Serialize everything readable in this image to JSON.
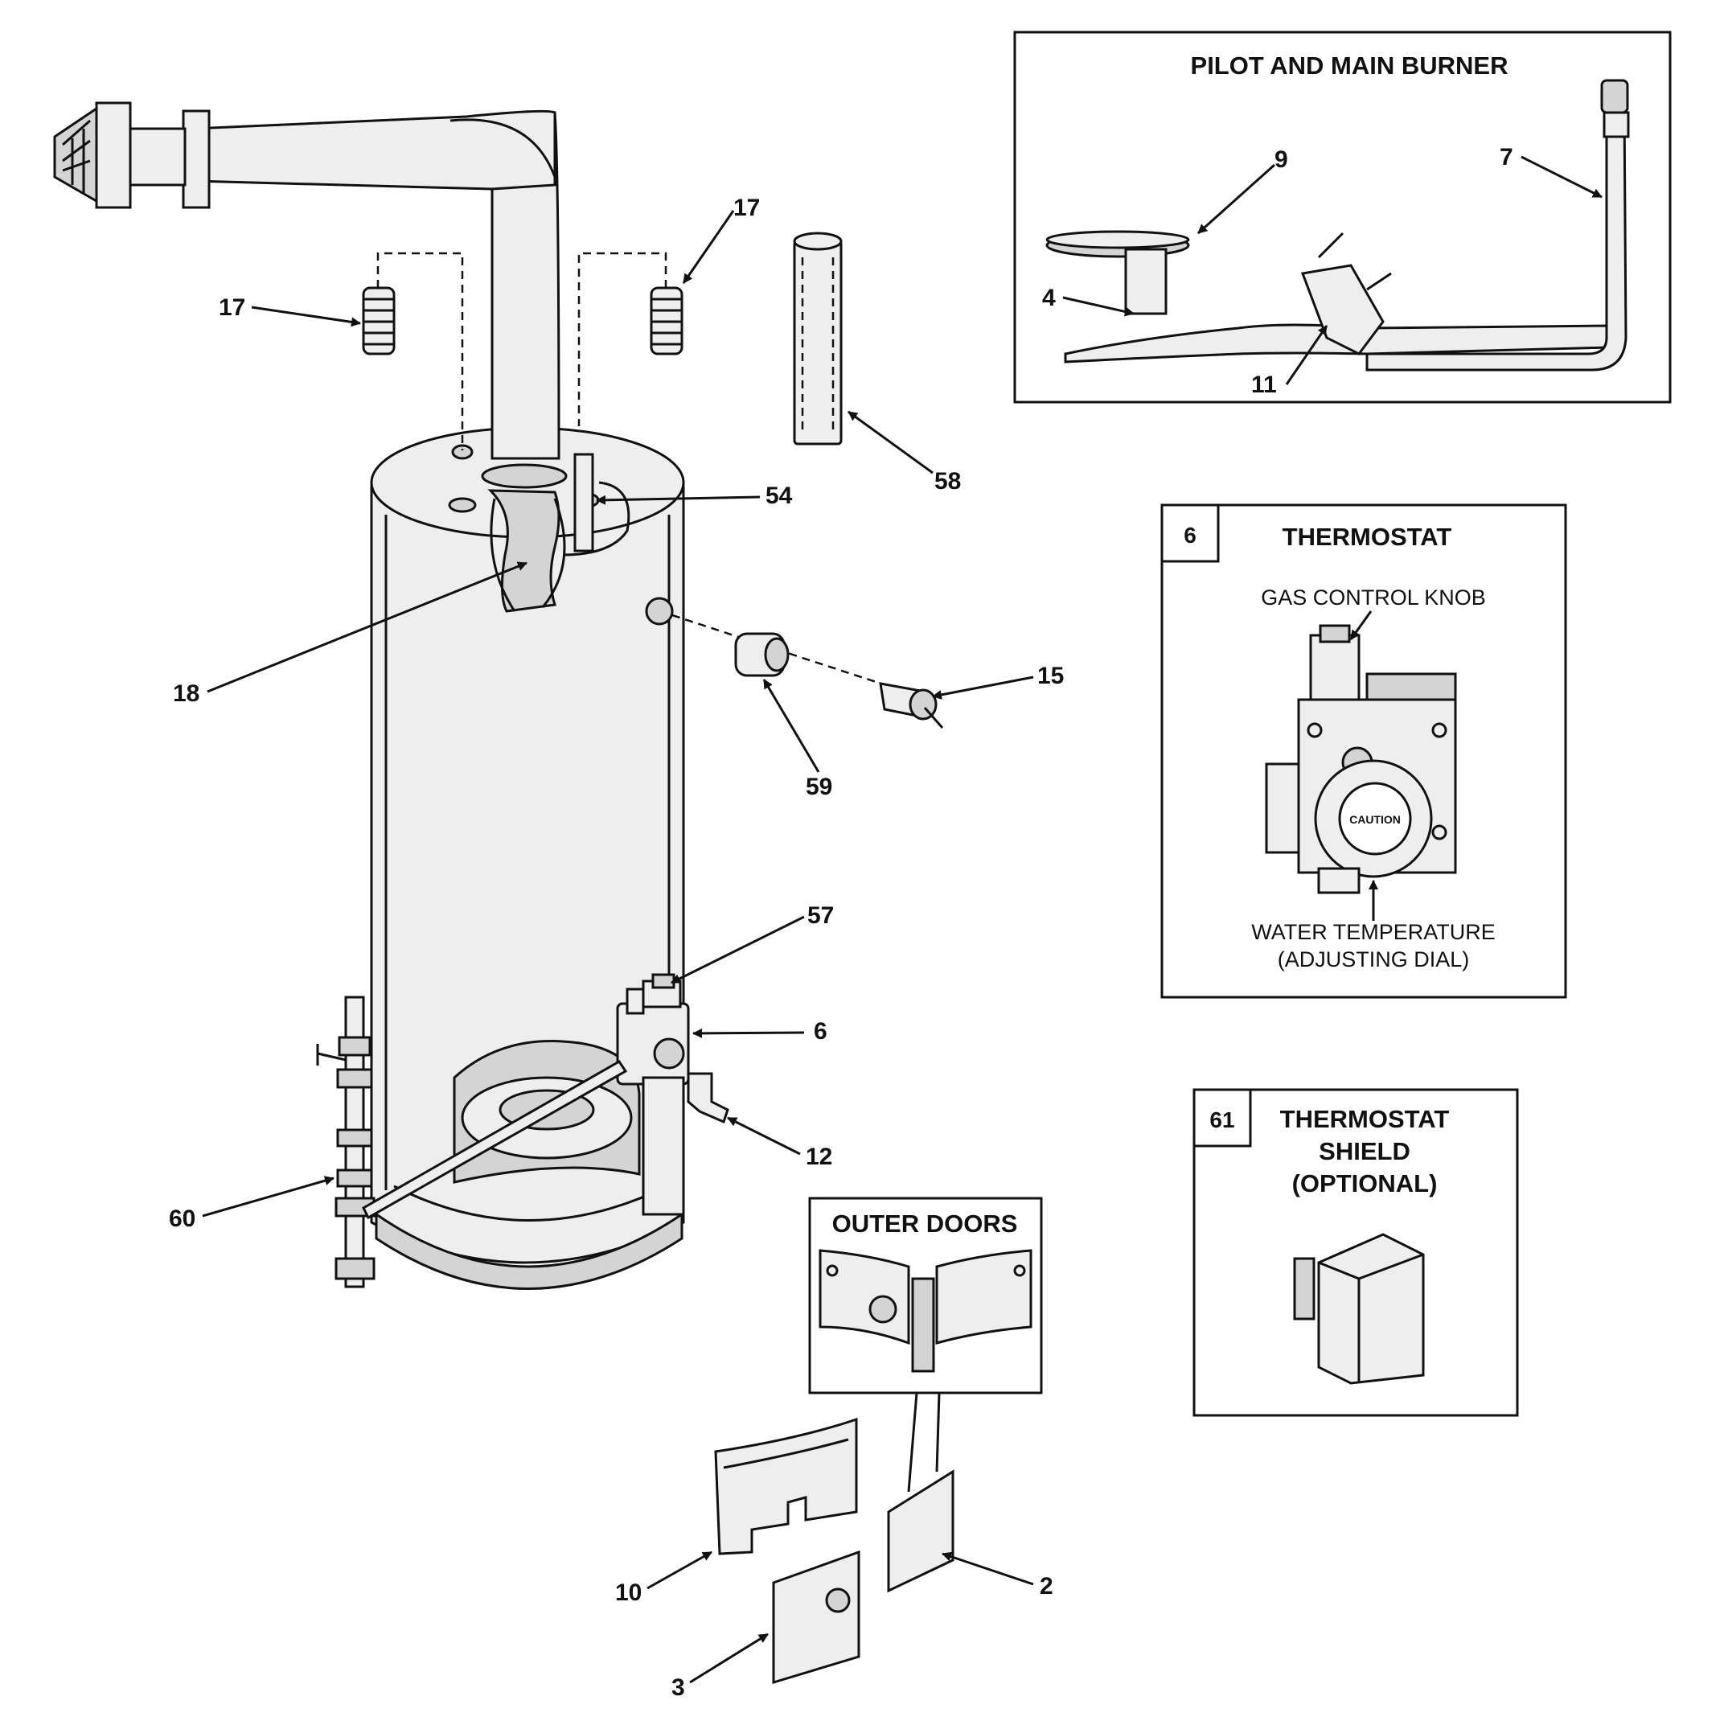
{
  "panels": {
    "pilot_burner": {
      "title": "PILOT AND MAIN BURNER"
    },
    "thermostat": {
      "number": "6",
      "title": "THERMOSTAT",
      "gas_control_label": "GAS CONTROL KNOB",
      "water_temp_line1": "WATER TEMPERATURE",
      "water_temp_line2": "(ADJUSTING DIAL)",
      "caution_text": "CAUTION"
    },
    "shield": {
      "number": "61",
      "title_line1": "THERMOSTAT",
      "title_line2": "SHIELD",
      "title_line3": "(OPTIONAL)"
    },
    "outer_doors": {
      "title": "OUTER DOORS"
    }
  },
  "callouts": {
    "c17_left": "17",
    "c17_right": "17",
    "c58": "58",
    "c54": "54",
    "c18": "18",
    "c15": "15",
    "c59": "59",
    "c57": "57",
    "c6": "6",
    "c12": "12",
    "c60": "60",
    "c10": "10",
    "c2": "2",
    "c3": "3",
    "c9": "9",
    "c7": "7",
    "c4": "4",
    "c11": "11"
  }
}
